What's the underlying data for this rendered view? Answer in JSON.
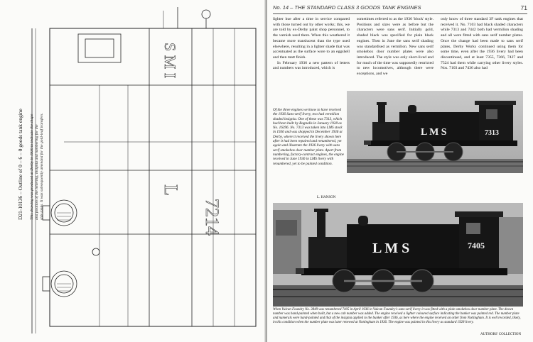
{
  "left_page": {
    "caption_title": "D21-10136 – Outline of 0 – 6 – 0 goods tank engine",
    "caption_body": [
      "This drawing was produced at Derby in 1930 to indicate the shape",
      "and position of the lettering, insignia and numbering for the",
      "side tanks. It was subsequently amended for the gold-leaf transfers."
    ],
    "drawing_text": {
      "letter_L": "L",
      "letter_M": "M",
      "letter_S": "S",
      "number": "7214",
      "bunker_letters": "S M I"
    }
  },
  "right_page": {
    "header": "No. 14 – THE STANDARD CLASS 3 GOODS TANK ENGINES",
    "page_number": "71",
    "columns": [
      [
        "lighter hue after a time in service compared with those turned out by other works; this, we are told by ex-Derby paint shop personnel, to the varnish used there. When this weathered it became more translucent than the type used elsewhere, resulting in a lighter shade that was accentuated as the surface wore to an eggshell and then matt finish.",
        "In February 1936 a new pattern of letters and numbers was introduced, which is"
      ],
      [
        "sometimes referred to as the 1936 'block' style. Positions and sizes were as before but the characters were sans serif. Initially gold, shaded black was specified for plain black engines. Then in June the sans serif shading was standardised as vermilion. New sans serif smokebox door number plates were also introduced. The style was only short-lived and for much of the time was supposedly restricted to new locomotives, although there were exceptions, and we"
      ],
      [
        "only know of three standard 3F tank engines that received it. No. 7103 had black shaded characters while 7313 and 7442 both had vermilion shading and all were fitted with sans serif number plates. Once the change had been made to sans serif plates, Derby Works continued using them for some time, even after the 1936 livery had been discontinued, and at least 7355, 7366, 7427 and 7524 had them while carrying other livery styles. Nos. 7103 and 7436 also had"
      ]
    ],
    "photo1": {
      "loco_letters": "L M S",
      "loco_number": "7313",
      "caption": "Of the three engines we know to have received the 1936 Sans-serif livery, two had vermilion shaded insignia. One of these was 7313, which had been built by Bagnalls in January 1928 as No. 16396. No. 7313 was taken into LMS stock in 1936 and was shopped in December 1936 at Derby, where it received the livery shown here after it had been repaired and renumbered, yet again and illustrate the 1936 livery with sans serif smokebox door number plate. Apart from numbering, factory-contract engines, the engine received in June 1936 in LMS livery with renumbered, yet to be painted condition.",
      "credit": "L. HANSON"
    },
    "photo2": {
      "loco_letters": "L M S",
      "loco_number": "7405",
      "caption": "When Vulcan Foundry No. 3849 was renumbered 7405 in April 1936 in Vulcan Foundry's sans-serif livery it was fitted with a plain smokebox door number plate. The drawn number was hand-painted when built, but a new cab number was added. The engine received a lighter coloured surface indicating the bunker was painted red. The number plate and numerals were hand-painted and that of the insignia applied to the bunker after 1936, as here where the engine received an order from Nottingham. It is well recorded, likely, in this condition when the number plate was later renewed at Nottingham in 1936. The engine was painted in this livery as standard 1928 livery.",
      "credit": "AUTHORS' COLLECTION"
    }
  }
}
